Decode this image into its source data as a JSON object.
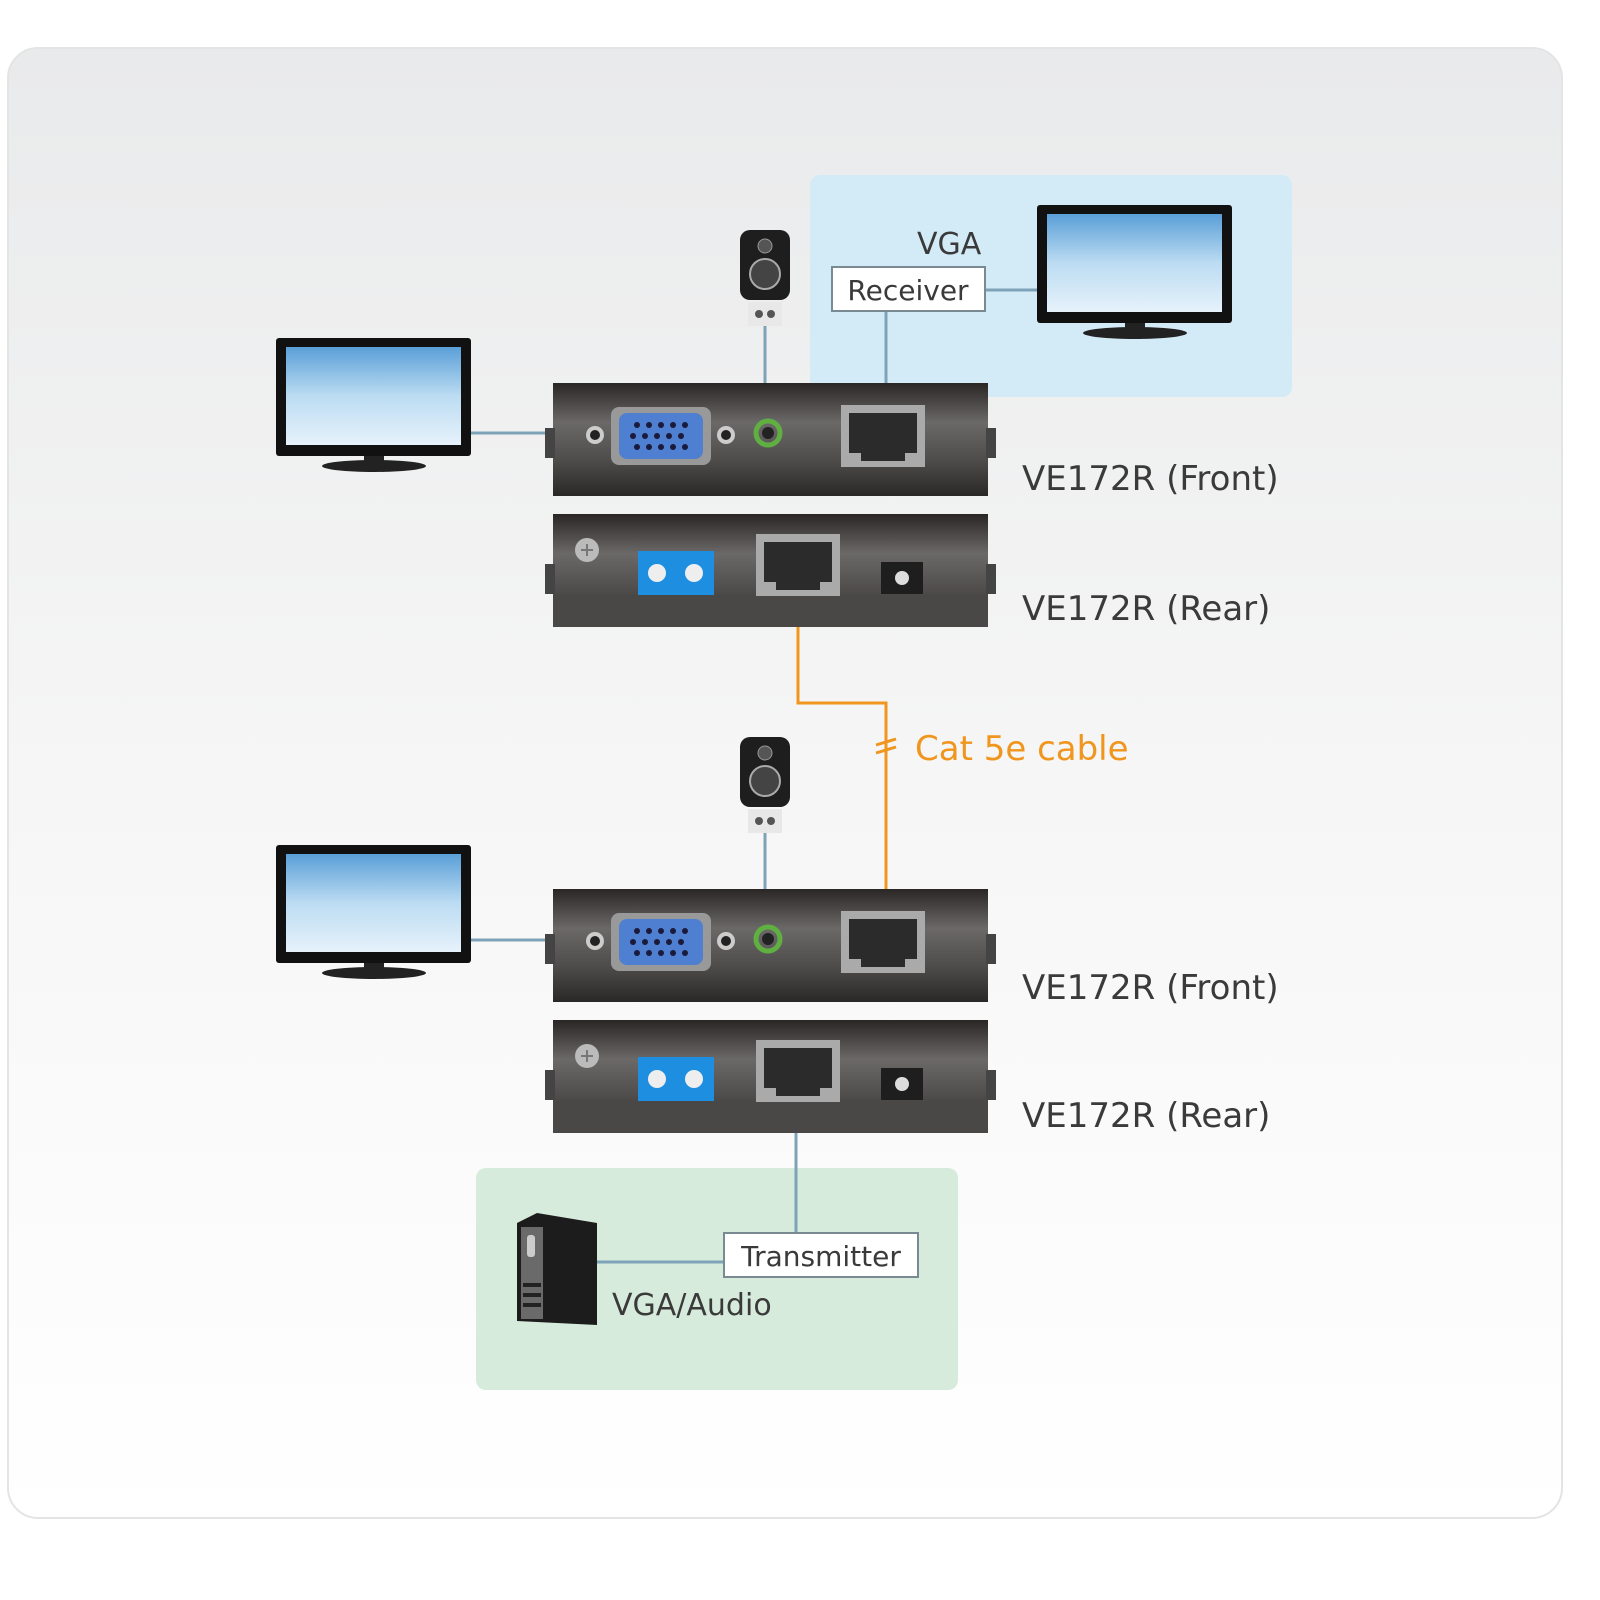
{
  "receiver_area": {
    "signal_label": "VGA",
    "box_label": "Receiver",
    "fill": "#d3ebf6"
  },
  "transmitter_area": {
    "signal_label": "VGA/Audio",
    "box_label": "Transmitter",
    "fill": "#d6ebdc"
  },
  "units": [
    {
      "front_label": "VE172R (Front)",
      "rear_label": "VE172R (Rear)"
    },
    {
      "front_label": "VE172R (Front)",
      "rear_label": "VE172R (Rear)"
    }
  ],
  "cable": {
    "label": "Cat 5e cable",
    "color": "#f0961e"
  },
  "colors": {
    "connector_line": "#7ea3b8",
    "device_body": "#3a3535",
    "vga_port": "#4f7fd0",
    "terminal_block": "#1e8fe0",
    "audio_port": "#5fb040"
  }
}
